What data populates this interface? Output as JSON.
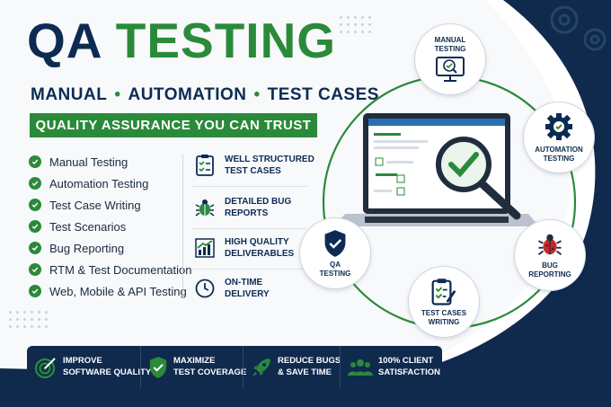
{
  "title": {
    "word1": "QA",
    "word2": "TESTING"
  },
  "subtitle": {
    "part1": "MANUAL",
    "sep": "•",
    "part2": "AUTOMATION",
    "part3": "TEST CASES"
  },
  "banner": "QUALITY ASSURANCE YOU CAN TRUST",
  "services": [
    "Manual Testing",
    "Automation Testing",
    "Test Case Writing",
    "Test Scenarios",
    "Bug Reporting",
    "RTM & Test Documentation",
    "Web, Mobile & API Testing"
  ],
  "features": [
    {
      "line1": "WELL STRUCTURED",
      "line2": "TEST CASES",
      "icon": "checklist-icon"
    },
    {
      "line1": "DETAILED BUG",
      "line2": "REPORTS",
      "icon": "bug-icon"
    },
    {
      "line1": "HIGH QUALITY",
      "line2": "DELIVERABLES",
      "icon": "chart-icon"
    },
    {
      "line1": "ON-TIME",
      "line2": "DELIVERY",
      "icon": "clock-icon"
    }
  ],
  "bubbles": {
    "manual": {
      "line1": "MANUAL",
      "line2": "TESTING"
    },
    "automation": {
      "line1": "AUTOMATION",
      "line2": "TESTING"
    },
    "bug": {
      "line1": "BUG",
      "line2": "REPORTING"
    },
    "cases": {
      "line1": "TEST CASES",
      "line2": "WRITING"
    },
    "qa": {
      "line1": "QA",
      "line2": "TESTING"
    }
  },
  "bottom": [
    {
      "line1": "IMPROVE",
      "line2": "SOFTWARE QUALITY",
      "icon": "target-icon"
    },
    {
      "line1": "MAXIMIZE",
      "line2": "TEST COVERAGE",
      "icon": "shield-check-icon"
    },
    {
      "line1": "REDUCE BUGS",
      "line2": "& SAVE TIME",
      "icon": "rocket-icon"
    },
    {
      "line1": "100% CLIENT",
      "line2": "SATISFACTION",
      "icon": "users-icon"
    }
  ],
  "colors": {
    "navy": "#0f2a4d",
    "green": "#2a8a3a",
    "red": "#c62828"
  }
}
